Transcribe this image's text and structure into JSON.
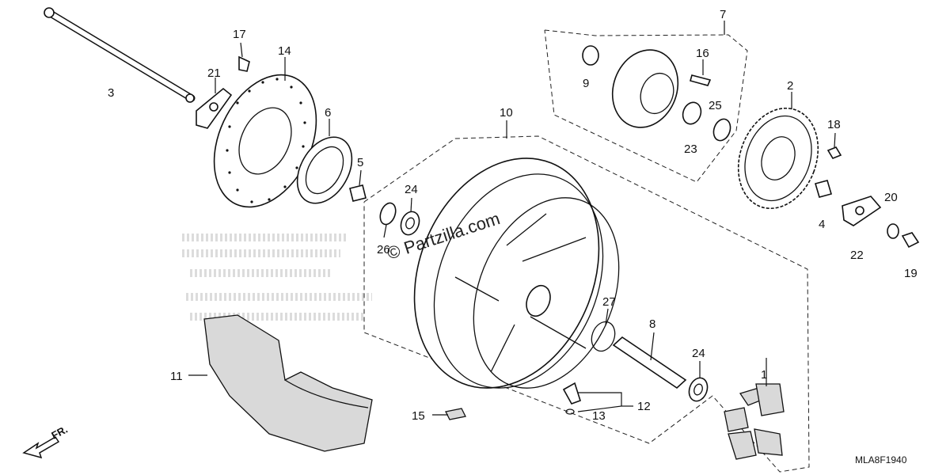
{
  "diagram": {
    "code": "MLA8F1940",
    "watermark": "© Partzilla.com",
    "front_marker": "FR.",
    "callouts": [
      "1",
      "2",
      "3",
      "4",
      "5",
      "6",
      "7",
      "8",
      "9",
      "10",
      "11",
      "12",
      "13",
      "14",
      "15",
      "16",
      "17",
      "18",
      "19",
      "20",
      "21",
      "22",
      "23",
      "24",
      "24",
      "25",
      "26",
      "27"
    ]
  }
}
